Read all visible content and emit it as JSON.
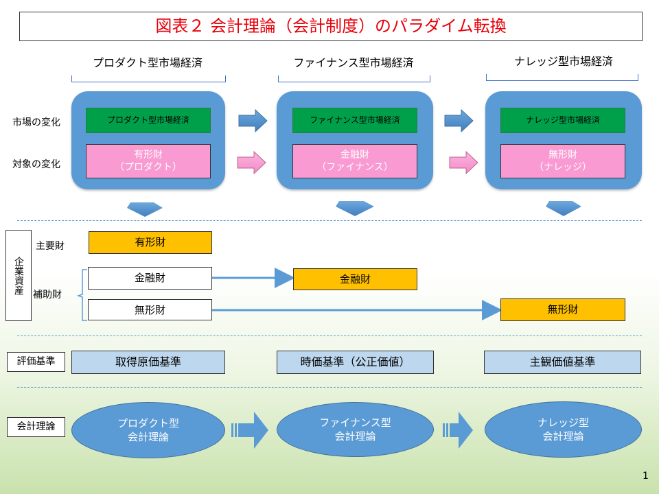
{
  "title": "図表２ 会計理論（会計制度）のパラダイム転換",
  "columns": [
    {
      "heading": "プロダクト型市場経済",
      "market": "プロダクト型市場経済",
      "object_line1": "有形財",
      "object_line2": "（プロダクト）",
      "theory_line1": "プロダクト型",
      "theory_line2": "会計理論",
      "evaluation": "取得原価基準"
    },
    {
      "heading": "ファイナンス型市場経済",
      "market": "ファイナンス型市場経済",
      "object_line1": "金融財",
      "object_line2": "（ファイナンス）",
      "theory_line1": "ファイナンス型",
      "theory_line2": "会計理論",
      "evaluation": "時価基準（公正価値）"
    },
    {
      "heading": "ナレッジ型市場経済",
      "market": "ナレッジ型市場経済",
      "object_line1": "無形財",
      "object_line2": "（ナレッジ）",
      "theory_line1": "ナレッジ型",
      "theory_line2": "会計理論",
      "evaluation": "主観価値基準"
    }
  ],
  "row_labels": {
    "market_change": "市場の変化",
    "object_change": "対象の変化",
    "corporate_assets": "企業資産",
    "main_asset": "主要財",
    "supplementary_asset": "補助財",
    "evaluation": "評価基準",
    "theory": "会計理論"
  },
  "assets": {
    "main": "有形財",
    "supp_financial": "金融財",
    "supp_intangible": "無形財",
    "target_financial": "金融財",
    "target_intangible": "無形財"
  },
  "page_number": "1",
  "colors": {
    "title_red": "#e8000b",
    "panel_blue": "#5b9bd5",
    "market_green": "#00a04b",
    "object_pink": "#f99ad2",
    "asset_gold": "#ffc000",
    "eval_lightblue": "#bdd7ee"
  }
}
